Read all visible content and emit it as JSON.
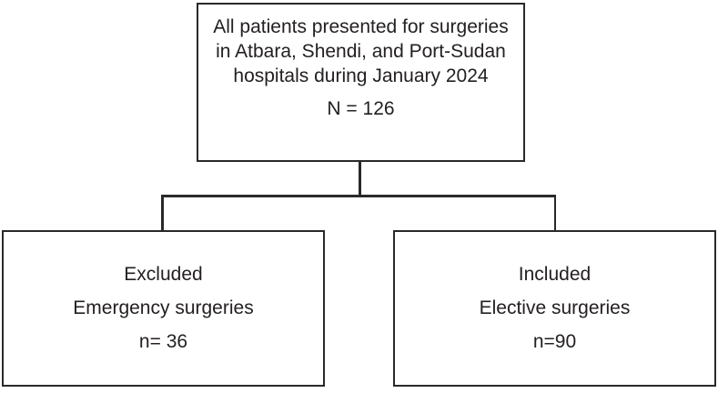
{
  "colors": {
    "background": "#ffffff",
    "line": "#2b2828",
    "text": "#242021"
  },
  "nodes": {
    "top": {
      "text": "All patients presented for surgeries in Atbara, Shendi, and Port-Sudan hospitals during January 2024",
      "count": "N = 126"
    },
    "excluded": {
      "title": "Excluded",
      "subtitle": "Emergency surgeries",
      "count": "n= 36"
    },
    "included": {
      "title": "Included",
      "subtitle": "Elective surgeries",
      "count": "n=90"
    }
  }
}
